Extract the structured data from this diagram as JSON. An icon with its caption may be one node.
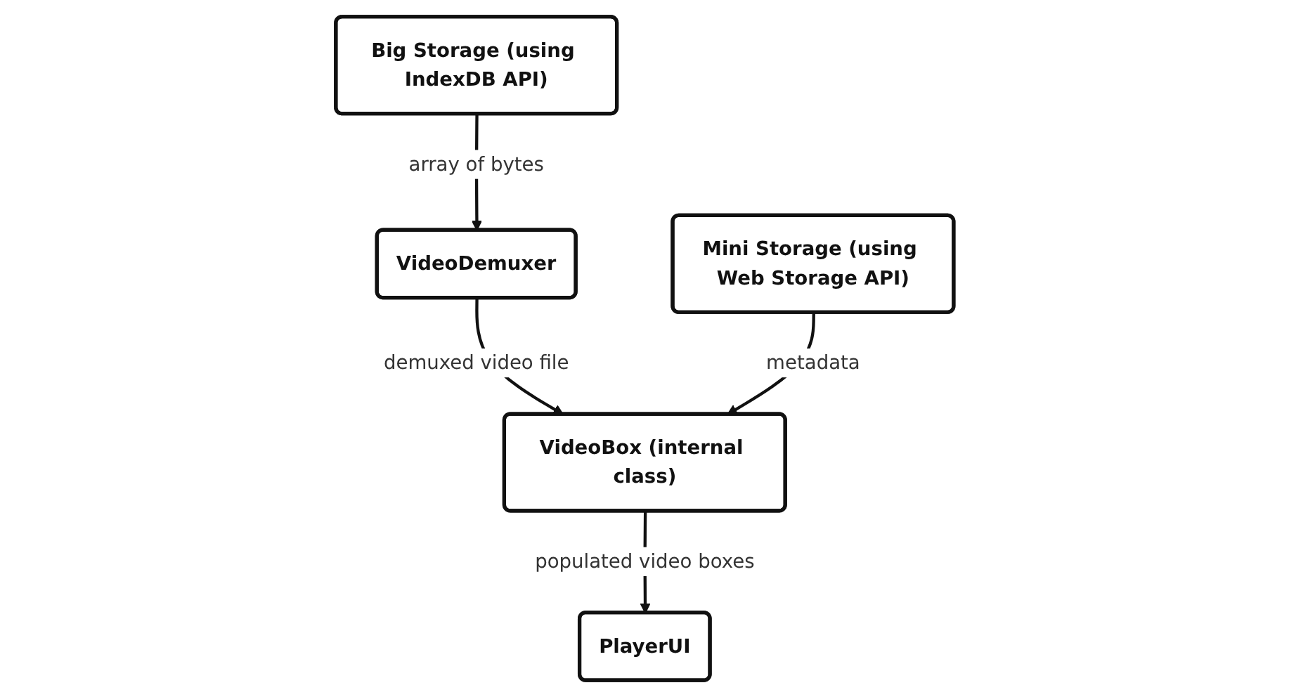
{
  "diagram": {
    "nodes": [
      {
        "text": [
          "Big Storage (using IndexDB API)"
        ]
      },
      {
        "text": [
          "VideoDemuxer"
        ]
      },
      {
        "text": [
          "Mini Storage (using Web Storage API)"
        ]
      },
      {
        "text": [
          "VideoBox (internal class)"
        ]
      },
      {
        "text": [
          "PlayerUI"
        ]
      }
    ],
    "edges": [
      {
        "from": 0,
        "to": 1,
        "arrow": "to",
        "label": "array of bytes"
      },
      {
        "from": 1,
        "to": 3,
        "arrow": "to",
        "label": "demuxed video file"
      },
      {
        "from": 2,
        "to": 3,
        "arrow": "to",
        "label": "metadata"
      },
      {
        "from": 3,
        "to": 4,
        "arrow": "to",
        "label": "populated video boxes"
      }
    ]
  }
}
